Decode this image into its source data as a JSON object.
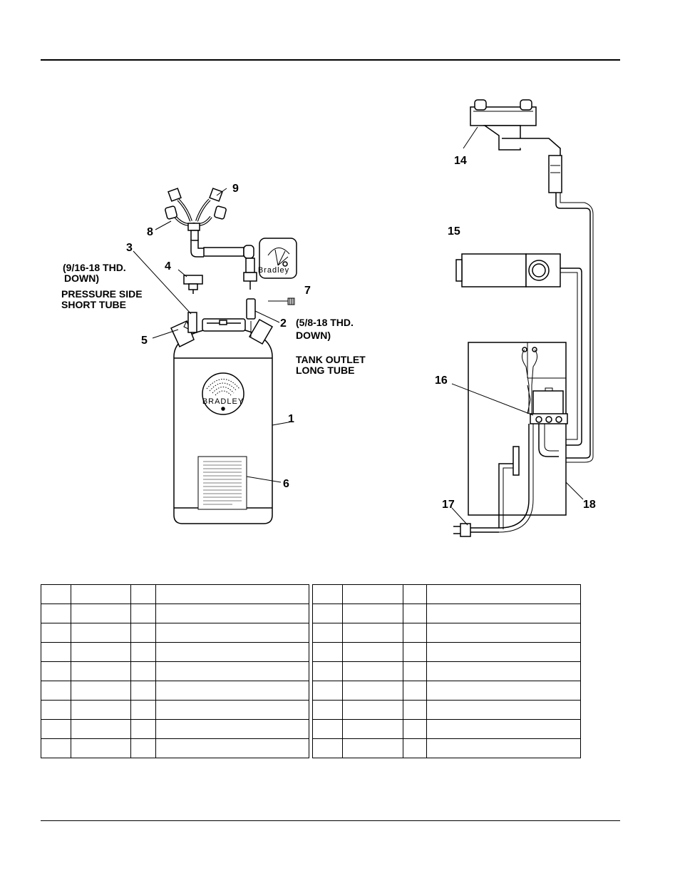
{
  "labels": {
    "n1": "1",
    "n2": "2",
    "n3": "3",
    "n4": "4",
    "n5": "5",
    "n6": "6",
    "n7": "7",
    "n8": "8",
    "n9": "9",
    "n14": "14",
    "n15": "15",
    "n16": "16",
    "n17": "17",
    "n18": "18"
  },
  "notes": {
    "pressure_thread_1": "(9/16-18 THD.",
    "pressure_thread_2": "DOWN)",
    "pressure_side_1": "PRESSURE SIDE",
    "pressure_side_2": "SHORT TUBE",
    "outlet_thread_1": "(5/8-18 THD.",
    "outlet_thread_2": "DOWN)",
    "outlet_tube_1": "TANK OUTLET",
    "outlet_tube_2": "LONG TUBE"
  },
  "branding": {
    "tank_logo": "BRADLEY",
    "gauge_logo": "Bradley"
  },
  "tables": {
    "left": {
      "columns": 4,
      "rows": 9
    },
    "right": {
      "columns": 4,
      "rows": 9
    }
  }
}
